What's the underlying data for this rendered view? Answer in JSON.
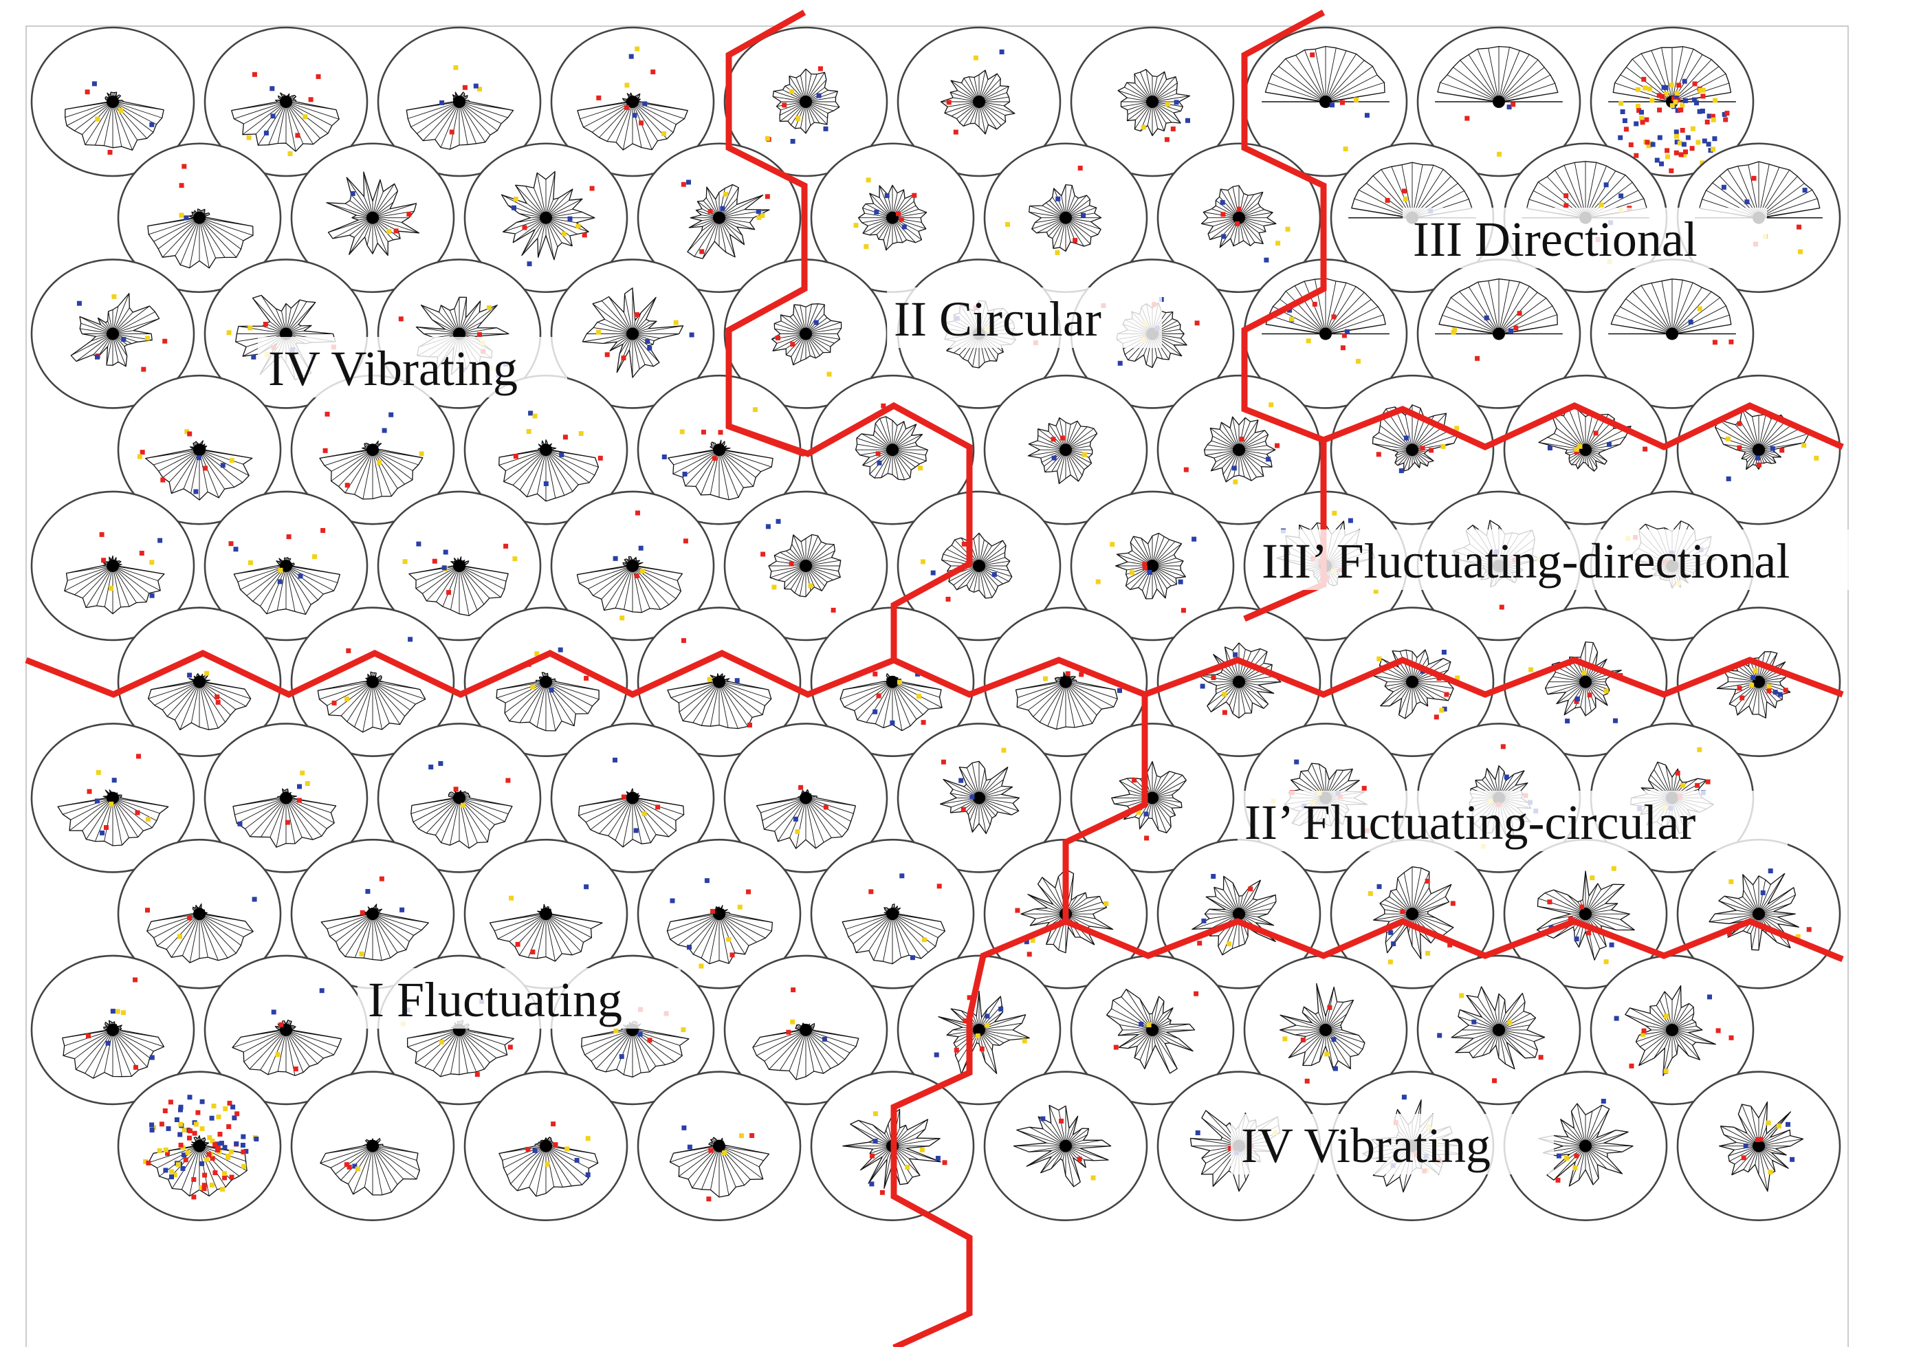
{
  "colors": {
    "background": "#ffffff",
    "cell_outline": "#444444",
    "glyph": "#111111",
    "boundary": "#e8231e",
    "point_red": "#e8231e",
    "point_blue": "#2a3fa8",
    "point_yellow": "#f2d21a"
  },
  "grid": {
    "columns": 10,
    "rows": 10,
    "cell_shape": "circle",
    "glyph": "radial-polar",
    "point_colors": [
      "red",
      "blue",
      "yellow"
    ]
  },
  "cell_types": [
    [
      "fluct",
      "fluct",
      "fluct",
      "fluct",
      "circ",
      "circ",
      "circ",
      "dir",
      "dir",
      "dir"
    ],
    [
      "fluct",
      "vib",
      "vib",
      "vib",
      "circ",
      "circ",
      "circ",
      "dir",
      "dir",
      "dir"
    ],
    [
      "vib",
      "vib",
      "vib",
      "vib",
      "circ",
      "circ",
      "circ",
      "dir",
      "dir",
      "dir"
    ],
    [
      "fluct",
      "fluct",
      "fluct",
      "fluct",
      "circ",
      "circ",
      "circ",
      "fdir",
      "fdir",
      "fdir"
    ],
    [
      "fluct",
      "fluct",
      "fluct",
      "fluct",
      "circ",
      "circ",
      "circ",
      "fdir",
      "fdir",
      "fdir"
    ],
    [
      "fluct",
      "fluct",
      "fluct",
      "fluct",
      "fluct",
      "fluct",
      "fcirc",
      "fcirc",
      "fcirc",
      "fcirc"
    ],
    [
      "fluct",
      "fluct",
      "fluct",
      "fluct",
      "fluct",
      "fcirc",
      "fcirc",
      "fcirc",
      "fcirc",
      "fcirc"
    ],
    [
      "fluct",
      "fluct",
      "fluct",
      "fluct",
      "fluct",
      "vib",
      "vib",
      "vib",
      "vib",
      "vib"
    ],
    [
      "fluct",
      "fluct",
      "fluct",
      "fluct",
      "fluct",
      "vib",
      "vib",
      "vib",
      "vib",
      "vib"
    ],
    [
      "fluct",
      "fluct",
      "fluct",
      "fluct",
      "vib",
      "vib",
      "vib",
      "vib",
      "vib",
      "vib"
    ]
  ],
  "regions": {
    "vibrating_top": {
      "label": "IV Vibrating"
    },
    "circular": {
      "label": "II Circular"
    },
    "directional": {
      "label": "III Directional"
    },
    "fluctuating_directional": {
      "label": "III’ Fluctuating-directional"
    },
    "fluctuating_circular": {
      "label": "II’ Fluctuating-circular"
    },
    "fluctuating": {
      "label": "I Fluctuating"
    },
    "vibrating_bottom": {
      "label": "IV Vibrating"
    }
  }
}
